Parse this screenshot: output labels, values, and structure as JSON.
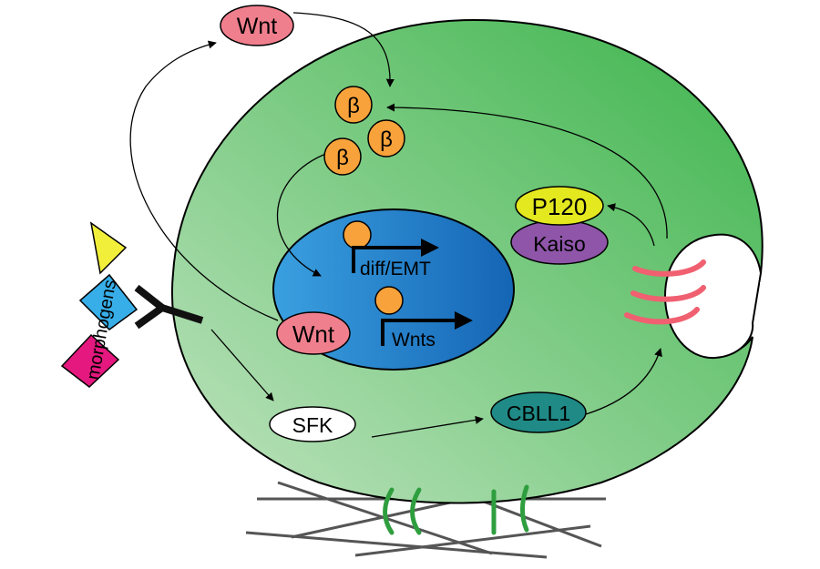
{
  "labels": {
    "wnt_top": "Wnt",
    "beta": "β",
    "p120": "P120",
    "kaiso": "Kaiso",
    "diff_emt": "diff/EMT",
    "wnts": "Wnts",
    "wnt_cell": "Wnt",
    "sfk": "SFK",
    "cbll1": "CBLL1",
    "morphogens": "morphogens"
  },
  "colors": {
    "cell_light": "#bfe3bf",
    "cell_dark": "#3cb44b",
    "nucleus_light": "#3aa0e0",
    "nucleus_dark": "#1565b5",
    "beta_fill": "#f7a23a",
    "wnt_fill": "#f07f8e",
    "p120_fill": "#e4e81f",
    "kaiso_fill": "#8e55a8",
    "cbll1_fill": "#1f8a86",
    "sfk_fill": "#ffffff",
    "cadherin": "#f06070",
    "integrin": "#2e9e3e",
    "morphogen_yellow": "#f2ef3a",
    "morphogen_blue": "#37aee8",
    "morphogen_magenta": "#e4187e"
  }
}
